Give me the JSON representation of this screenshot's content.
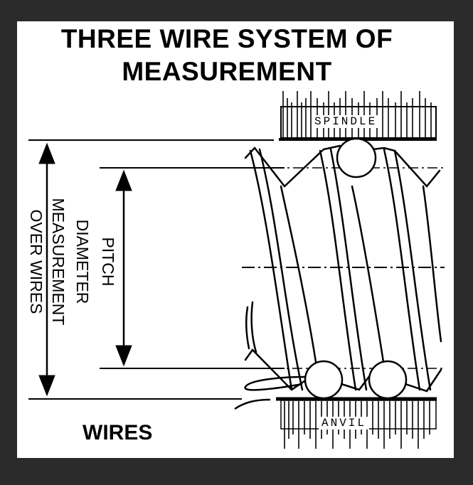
{
  "title": {
    "line1": "THREE WIRE SYSTEM OF",
    "line2": "MEASUREMENT"
  },
  "labels": {
    "measurement_over_wires_1": "MEASUREMENT",
    "measurement_over_wires_2": "OVER WIRES",
    "pitch_diameter_1": "PITCH",
    "pitch_diameter_2": "DIAMETER",
    "wires": "WIRES",
    "spindle": "SPINDLE",
    "anvil": "ANVIL"
  },
  "colors": {
    "background": "#2b2b2b",
    "panel": "#ffffff",
    "ink": "#000000"
  }
}
